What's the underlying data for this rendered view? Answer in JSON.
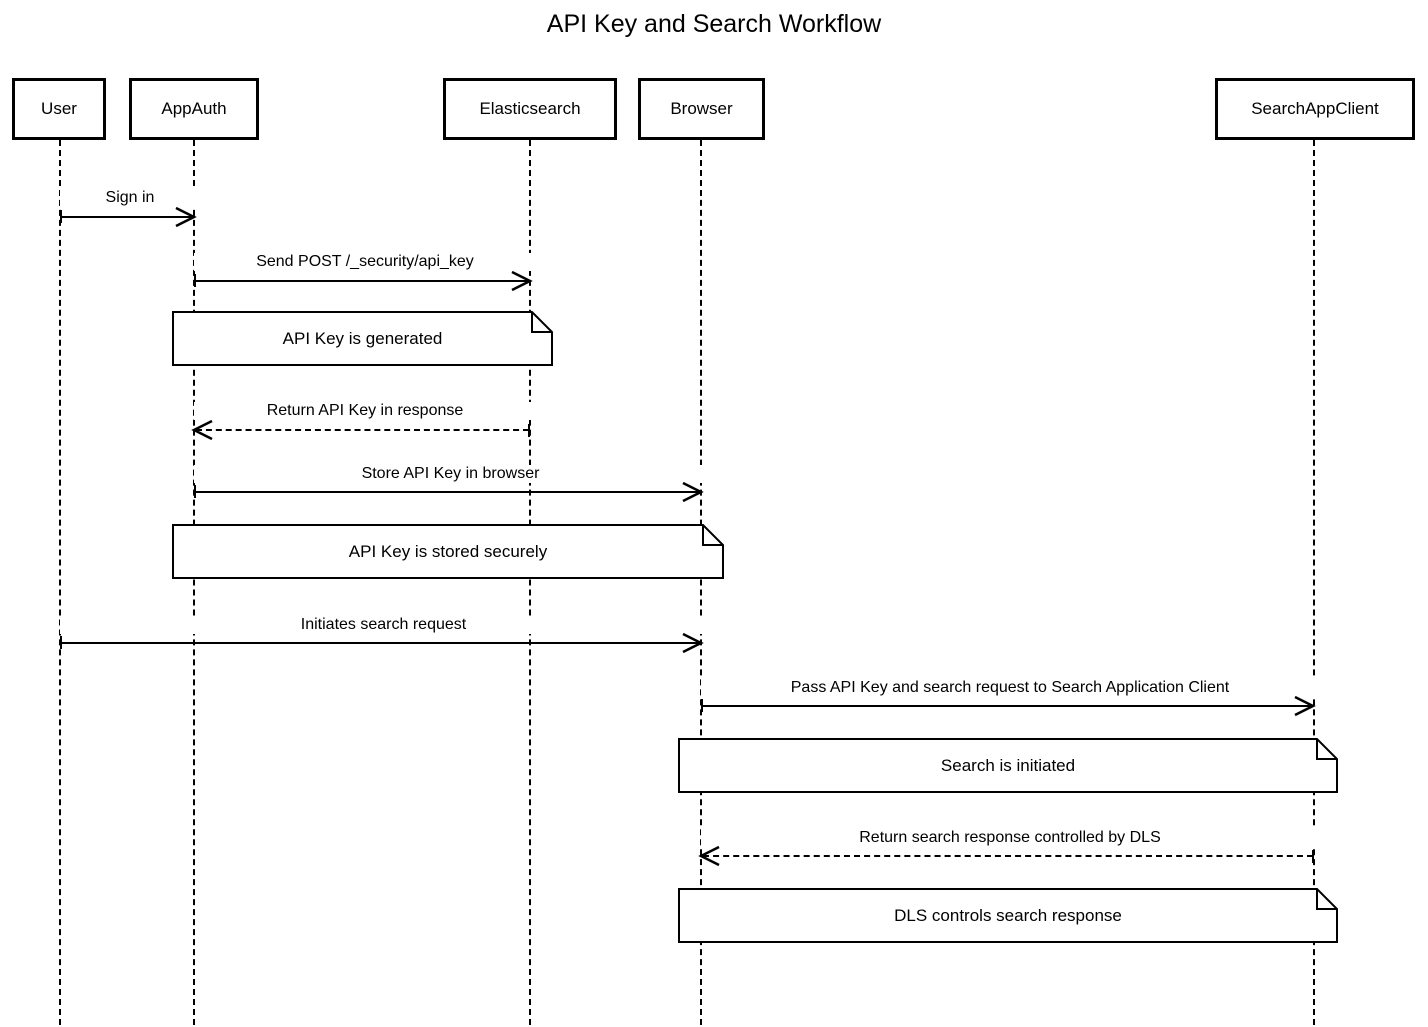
{
  "diagram": {
    "title": "API Key and Search Workflow",
    "type": "sequence-diagram",
    "participants": [
      {
        "id": "user",
        "label": "User"
      },
      {
        "id": "appauth",
        "label": "AppAuth"
      },
      {
        "id": "elastic",
        "label": "Elasticsearch"
      },
      {
        "id": "browser",
        "label": "Browser"
      },
      {
        "id": "client",
        "label": "SearchAppClient"
      }
    ],
    "messages": [
      {
        "label": "Sign in",
        "from": "user",
        "to": "appauth",
        "style": "solid"
      },
      {
        "label": "Send POST /_security/api_key",
        "from": "appauth",
        "to": "elastic",
        "style": "solid"
      },
      {
        "label": "Return API Key in response",
        "from": "elastic",
        "to": "appauth",
        "style": "dashed"
      },
      {
        "label": "Store API Key in browser",
        "from": "appauth",
        "to": "browser",
        "style": "solid"
      },
      {
        "label": "Initiates search request",
        "from": "user",
        "to": "browser",
        "style": "solid"
      },
      {
        "label": "Pass API Key and search request to Search Application Client",
        "from": "browser",
        "to": "client",
        "style": "solid"
      },
      {
        "label": "Return search response controlled by DLS",
        "from": "client",
        "to": "browser",
        "style": "dashed"
      }
    ],
    "notes": [
      {
        "text": "API Key is generated"
      },
      {
        "text": "API Key is stored securely"
      },
      {
        "text": "Search is initiated"
      },
      {
        "text": "DLS controls search response"
      }
    ],
    "colors": {
      "stroke": "#000000",
      "background": "#ffffff",
      "text": "#000000"
    }
  }
}
